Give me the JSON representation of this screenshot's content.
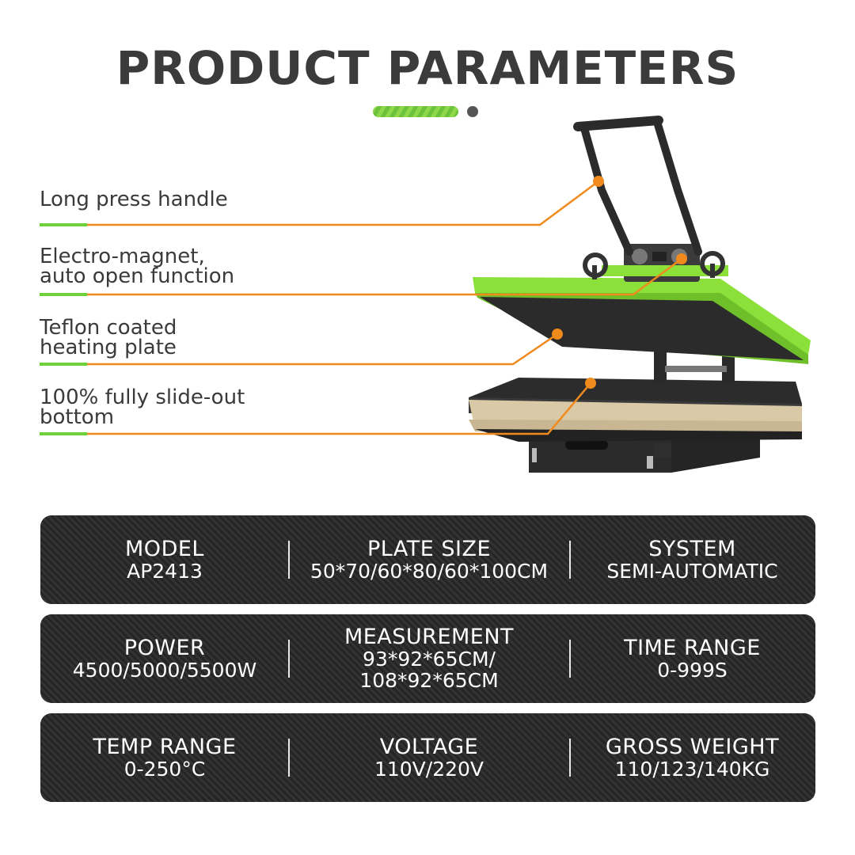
{
  "title": "PRODUCT PARAMETERS",
  "features": [
    {
      "lines": [
        "Long press handle"
      ]
    },
    {
      "lines": [
        "Electro-magnet,",
        "auto open function"
      ]
    },
    {
      "lines": [
        "Teflon coated",
        "heating plate"
      ]
    },
    {
      "lines": [
        "100% fully slide-out",
        "bottom"
      ]
    }
  ],
  "specs": [
    [
      {
        "label": "MODEL",
        "value": [
          "AP2413"
        ]
      },
      {
        "label": "PLATE SIZE",
        "value": [
          "50*70/60*80/60*100CM"
        ]
      },
      {
        "label": "SYSTEM",
        "value": [
          "SEMI-AUTOMATIC"
        ]
      }
    ],
    [
      {
        "label": "POWER",
        "value": [
          "4500/5000/5500W"
        ]
      },
      {
        "label": "MEASUREMENT",
        "value": [
          "93*92*65CM/",
          "108*92*65CM"
        ]
      },
      {
        "label": "TIME RANGE",
        "value": [
          "0-999S"
        ]
      }
    ],
    [
      {
        "label": "TEMP RANGE",
        "value": [
          "0-250°C"
        ]
      },
      {
        "label": "VOLTAGE",
        "value": [
          "110V/220V"
        ]
      },
      {
        "label": "GROSS WEIGHT",
        "value": [
          "110/123/140KG"
        ]
      }
    ]
  ],
  "colors": {
    "accent_green": "#6fd13a",
    "machine_green": "#8be13a",
    "leader_orange": "#f08a1c",
    "spec_bg": "#2a2a2a",
    "title_text": "#3b3b3b"
  }
}
